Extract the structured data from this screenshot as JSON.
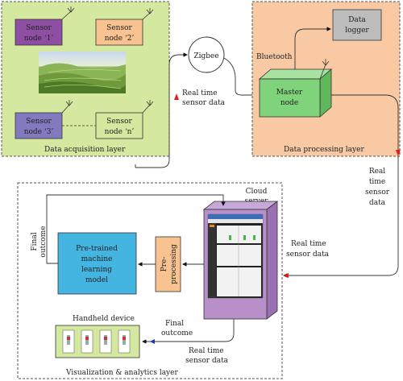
{
  "acquisition_layer": {
    "label": "Data acquisition layer",
    "sensor_nodes": [
      {
        "line1": "Sensor",
        "line2": "node ‘1’"
      },
      {
        "line1": "Sensor",
        "line2": "node ‘2’"
      },
      {
        "line1": "Sensor",
        "line2": "node ‘3’"
      },
      {
        "line1": "Sensor",
        "line2": "node ‘n’"
      }
    ]
  },
  "zigbee": {
    "label": "Zigbee"
  },
  "link_labels": {
    "realtime_1": [
      "Real time",
      "sensor data"
    ],
    "bluetooth": "Bluetooth",
    "realtime_2": [
      "Real",
      "time",
      "sensor",
      "data"
    ],
    "realtime_3": [
      "Real time",
      "sensor data"
    ],
    "realtime_4": [
      "Real time",
      "sensor data"
    ],
    "final_outcome_left": [
      "Final",
      "outcome"
    ],
    "final_outcome_bottom": [
      "Final",
      "outcome"
    ]
  },
  "processing_layer": {
    "label": "Data processing layer",
    "data_logger": [
      "Data",
      "logger"
    ],
    "master_node": [
      "Master",
      "node"
    ]
  },
  "analytics_layer": {
    "label": "Visualization & analytics layer",
    "cloud_server": [
      "Cloud",
      "server"
    ],
    "model": [
      "Pre-trained",
      "machine",
      "learning",
      "model"
    ],
    "preprocessing": [
      "Pre-",
      "processing"
    ],
    "handheld_device": "Handheld device"
  },
  "colors": {
    "acquisition_bg": "#d4e8a0",
    "processing_bg": "#f8c9a2",
    "sensor1": "#8e4fa3",
    "sensor2": "#f8c291",
    "sensor3": "#8379bf",
    "data_logger": "#bdbdbd",
    "master_node": "#7fd37a",
    "model": "#44b4e0",
    "preprocessing": "#f8c291",
    "cloud_server": "#b890c9",
    "handheld": "#d4e8a0",
    "arrow_red": "#e11d1d",
    "arrow_blue": "#2233aa"
  }
}
